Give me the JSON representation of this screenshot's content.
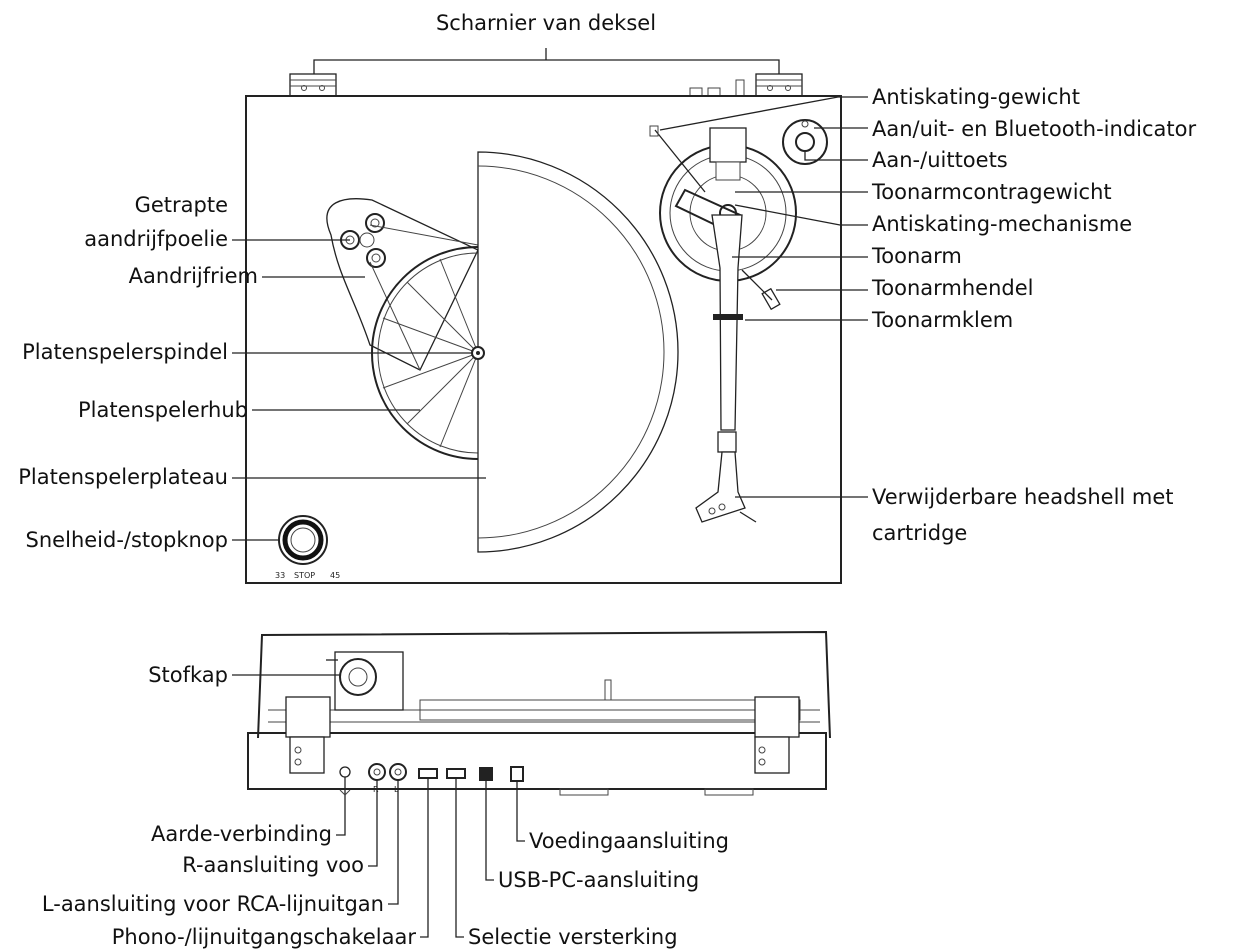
{
  "labels": {
    "lid_hinge": "Scharnier van deksel",
    "antiskating_weight": "Antiskating-gewicht",
    "power_bt_indicator": "Aan/uit- en Bluetooth-indicator",
    "power_button": "Aan-/uittoets",
    "tonearm_counterweight": "Toonarmcontragewicht",
    "antiskating_mechanism": "Antiskating-mechanisme",
    "tonearm": "Toonarm",
    "tonearm_lever": "Toonarmhendel",
    "tonearm_clamp": "Toonarmklem",
    "headshell_line1": "Verwijderbare headshell met",
    "headshell_line2": "cartridge",
    "stepped_pulley_line1": "Getrapte",
    "stepped_pulley_line2": "aandrijfpoelie",
    "drive_belt": "Aandrijfriem",
    "spindle": "Platenspelerspindel",
    "hub": "Platenspelerhub",
    "platter": "Platenspelerplateau",
    "speed_stop_knob": "Snelheid-/stopknop",
    "dust_cover": "Stofkap",
    "ground": "Aarde-verbinding",
    "r_out": "R-aansluiting voo",
    "l_out": "L-aansluiting voor RCA-lijnuitgan",
    "phono_switch": "Phono-/lijnuitgangschakelaar",
    "gain_select": "Selectie versterking",
    "usb_pc": "USB-PC-aansluiting",
    "power_jack": "Voedingaansluiting"
  },
  "knob_marks": {
    "speed_33": "33",
    "stop": "STOP",
    "speed_45": "45"
  },
  "rear_marks": {
    "r": "R",
    "l": "L"
  }
}
